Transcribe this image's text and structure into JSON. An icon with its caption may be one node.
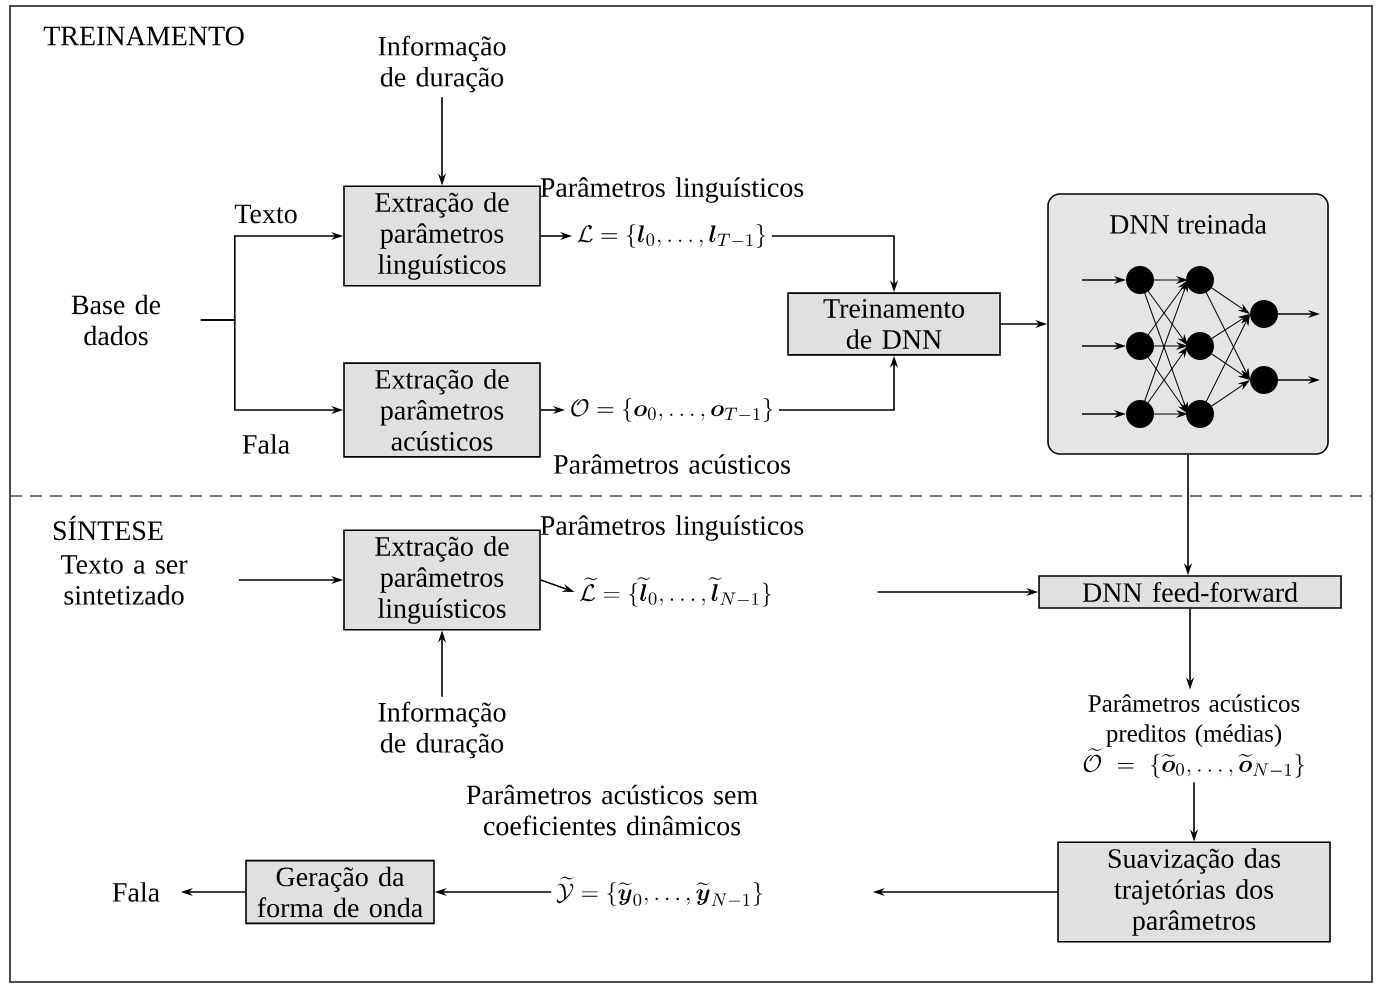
{
  "diagram": {
    "nodes": [
      {
        "text": [
          "Base de dados"
        ]
      },
      {
        "text": [
          "Informação de duração"
        ]
      },
      {
        "text": [
          "Extração de parâmetros linguísticos"
        ]
      },
      {
        "text": [
          "Extração de parâmetros acústicos"
        ]
      },
      {
        "text": [
          "\\mathcal{L}=\\{\\boldsymbol{l}_0,\\ldots,\\boldsymbol{l}_{T-1}\\}"
        ]
      },
      {
        "text": [
          "\\mathcal{O}=\\{\\boldsymbol{o}_0,\\ldots,\\boldsymbol{o}_{T-1}\\}"
        ]
      },
      {
        "text": [
          "Treinamento de DNN"
        ]
      },
      {
        "text": [
          "DNN treinada"
        ]
      },
      {
        "text": [
          "Texto a ser sintetizado"
        ]
      },
      {
        "text": [
          "Extração de parâmetros linguísticos"
        ]
      },
      {
        "text": [
          "Informação de duração"
        ]
      },
      {
        "text": [
          "\\widetilde{\\mathcal{L}}=\\{\\widetilde{\\boldsymbol{l}}_0,\\ldots,\\widetilde{\\boldsymbol{l}}_{N-1}\\}"
        ]
      },
      {
        "text": [
          "DNN feed-forward"
        ]
      },
      {
        "text": [
          "Parâmetros acústicos preditos (médias)",
          "\\widetilde{\\mathcal{O}}=\\{\\widetilde{\\boldsymbol{o}}_0,\\ldots,\\widetilde{\\boldsymbol{o}}_{N-1}\\}"
        ]
      },
      {
        "text": [
          "Suavização das trajetórias dos parâmetros"
        ]
      },
      {
        "text": [
          "\\widetilde{\\mathcal{Y}}=\\{\\widetilde{\\boldsymbol{y}}_0,\\ldots,\\widetilde{\\boldsymbol{y}}_{N-1}\\}"
        ]
      },
      {
        "text": [
          "Geração da forma de onda"
        ]
      },
      {
        "text": [
          "Fala"
        ]
      }
    ],
    "edges": [
      {
        "from": 0,
        "to": 2,
        "arrow": "to",
        "label": "Texto"
      },
      {
        "from": 0,
        "to": 3,
        "arrow": "to",
        "label": "Fala"
      },
      {
        "from": 1,
        "to": 2,
        "arrow": "to"
      },
      {
        "from": 2,
        "to": 4,
        "arrow": "to"
      },
      {
        "from": 3,
        "to": 5,
        "arrow": "to"
      },
      {
        "from": 4,
        "to": 6,
        "arrow": "to"
      },
      {
        "from": 5,
        "to": 6,
        "arrow": "to"
      },
      {
        "from": 6,
        "to": 7,
        "arrow": "to"
      },
      {
        "from": 7,
        "to": 12,
        "arrow": "to"
      },
      {
        "from": 8,
        "to": 9,
        "arrow": "to"
      },
      {
        "from": 10,
        "to": 9,
        "arrow": "to"
      },
      {
        "from": 9,
        "to": 11,
        "arrow": "to"
      },
      {
        "from": 11,
        "to": 12,
        "arrow": "to"
      },
      {
        "from": 12,
        "to": 13,
        "arrow": "to"
      },
      {
        "from": 13,
        "to": 14,
        "arrow": "to"
      },
      {
        "from": 14,
        "to": 15,
        "arrow": "to"
      },
      {
        "from": 15,
        "to": 16,
        "arrow": "to"
      },
      {
        "from": 16,
        "to": 17,
        "arrow": "to"
      }
    ],
    "labels": [
      "TREINAMENTO",
      "Parâmetros linguísticos",
      "Parâmetros acústicos",
      "SÍNTESE",
      "Parâmetros linguísticos",
      "Parâmetros acústicos sem coeficientes dinâmicos"
    ]
  }
}
